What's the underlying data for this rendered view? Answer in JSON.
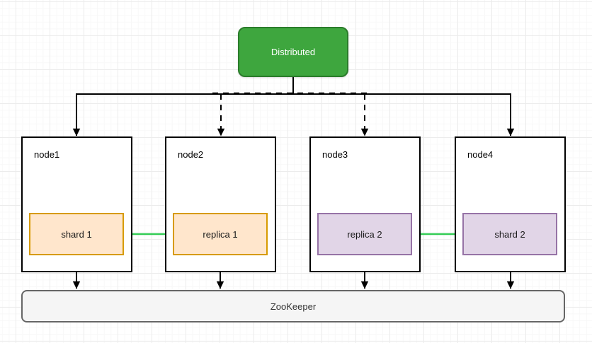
{
  "diagram": {
    "distributed": {
      "label": "Distributed"
    },
    "nodes": [
      {
        "label": "node1",
        "child": {
          "label": "shard 1",
          "role": "shard",
          "color": "orange"
        }
      },
      {
        "label": "node2",
        "child": {
          "label": "replica 1",
          "role": "replica",
          "color": "orange"
        }
      },
      {
        "label": "node3",
        "child": {
          "label": "replica 2",
          "role": "replica",
          "color": "purple"
        }
      },
      {
        "label": "node4",
        "child": {
          "label": "shard 2",
          "role": "shard",
          "color": "purple"
        }
      }
    ],
    "zookeeper": {
      "label": "ZooKeeper"
    },
    "edges": [
      {
        "from": "Distributed",
        "to": "node1",
        "style": "solid"
      },
      {
        "from": "Distributed",
        "to": "node2",
        "style": "dashed"
      },
      {
        "from": "Distributed",
        "to": "node3",
        "style": "dashed"
      },
      {
        "from": "Distributed",
        "to": "node4",
        "style": "solid"
      },
      {
        "from": "shard 1",
        "to": "replica 1",
        "style": "green-solid"
      },
      {
        "from": "shard 2",
        "to": "replica 2",
        "style": "green-solid"
      },
      {
        "from": "node1",
        "to": "ZooKeeper",
        "style": "solid"
      },
      {
        "from": "node2",
        "to": "ZooKeeper",
        "style": "solid"
      },
      {
        "from": "node3",
        "to": "ZooKeeper",
        "style": "solid"
      },
      {
        "from": "node4",
        "to": "ZooKeeper",
        "style": "solid"
      }
    ],
    "colors": {
      "distributed_fill": "#3EA63E",
      "distributed_stroke": "#2B7C2B",
      "orange_fill": "#FFE6CC",
      "orange_stroke": "#D79B00",
      "purple_fill": "#E1D5E7",
      "purple_stroke": "#9673A6",
      "zookeeper_fill": "#F5F5F5",
      "zookeeper_stroke": "#666666",
      "replication_arrow": "#33CC55",
      "edge": "#000000"
    }
  }
}
